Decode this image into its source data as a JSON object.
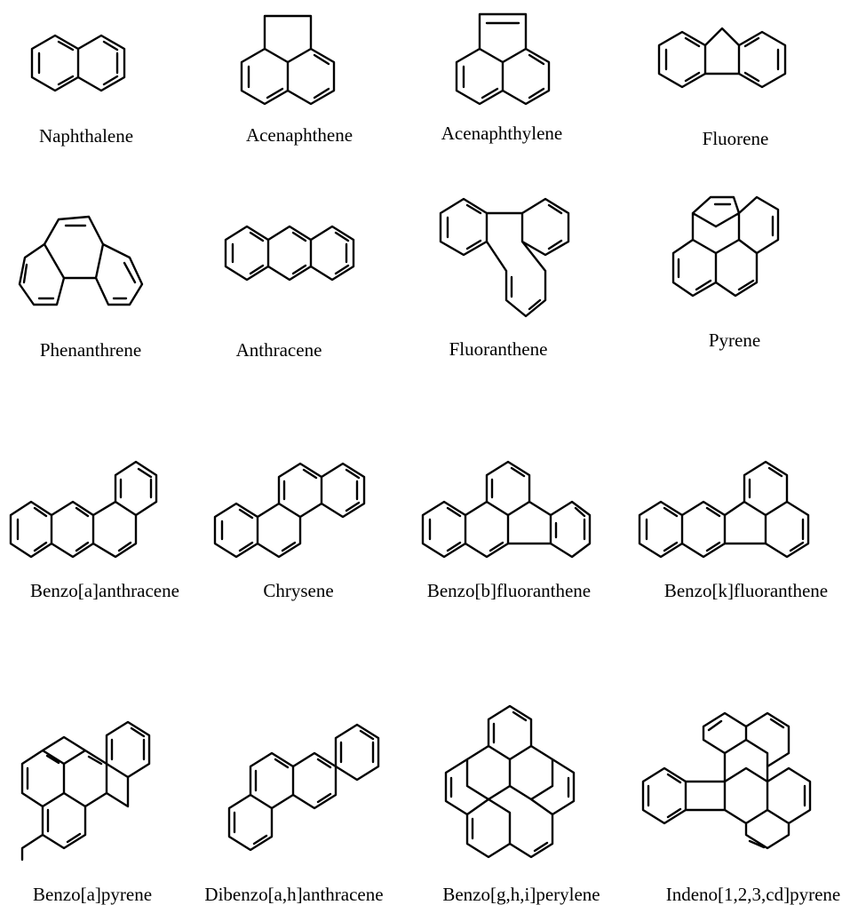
{
  "figure": {
    "compounds": [
      {
        "key": "naphthalene",
        "name": "Naphthalene"
      },
      {
        "key": "acenaphthene",
        "name": "Acenaphthene"
      },
      {
        "key": "acenaphthylene",
        "name": "Acenaphthylene"
      },
      {
        "key": "fluorene",
        "name": "Fluorene"
      },
      {
        "key": "phenanthrene",
        "name": "Phenanthrene"
      },
      {
        "key": "anthracene",
        "name": "Anthracene"
      },
      {
        "key": "fluoranthene",
        "name": "Fluoranthene"
      },
      {
        "key": "pyrene",
        "name": "Pyrene"
      },
      {
        "key": "benzo_a_anthracene",
        "name": "Benzo[a]anthracene"
      },
      {
        "key": "chrysene",
        "name": "Chrysene"
      },
      {
        "key": "benzo_b_fluoranthene",
        "name": "Benzo[b]fluoranthene"
      },
      {
        "key": "benzo_k_fluoranthene",
        "name": "Benzo[k]fluoranthene"
      },
      {
        "key": "benzo_a_pyrene",
        "name": "Benzo[a]pyrene"
      },
      {
        "key": "dibenzo_a_h_anthracene",
        "name": "Dibenzo[a,h]anthracene"
      },
      {
        "key": "benzo_ghi_perylene",
        "name": "Benzo[g,h,i]perylene"
      },
      {
        "key": "indeno_123cd_pyrene",
        "name": "Indeno[1,2,3,cd]pyrene"
      }
    ]
  }
}
